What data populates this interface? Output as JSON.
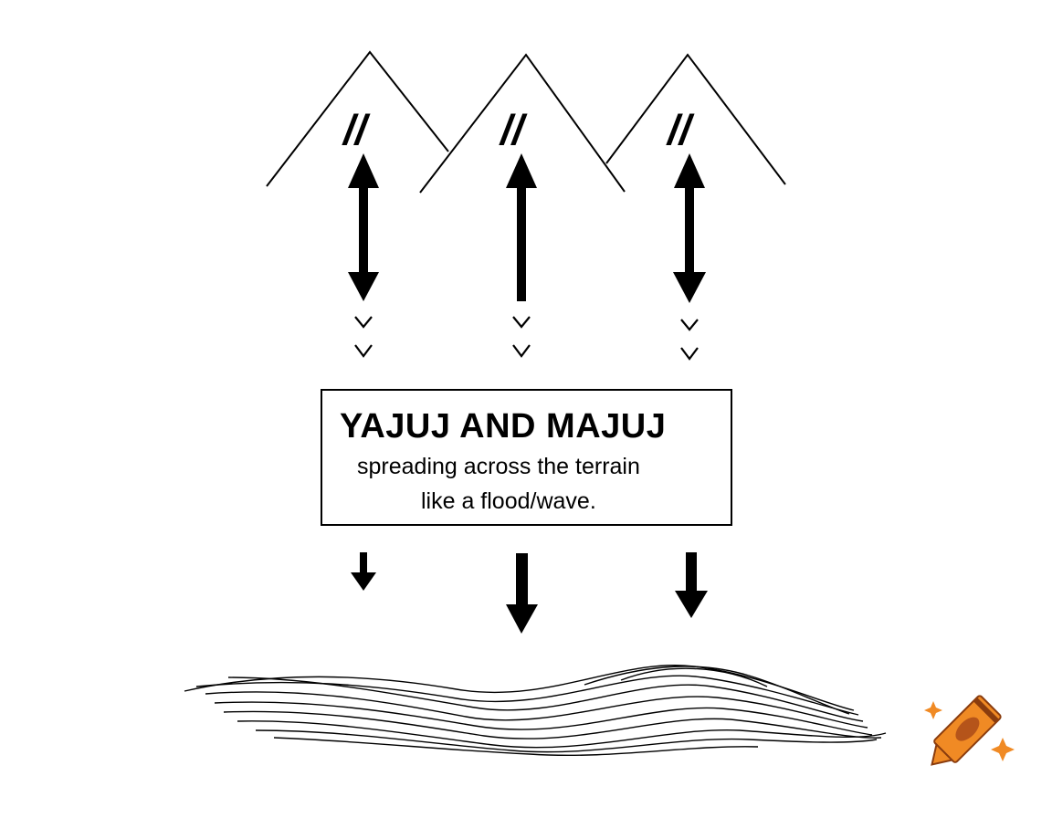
{
  "label": {
    "title": "YAJUJ AND MAJUJ",
    "line1": "spreading across the terrain",
    "line2": "like a flood/wave."
  },
  "peaks": [
    {
      "mark": "//"
    },
    {
      "mark": "//"
    },
    {
      "mark": "//"
    }
  ],
  "chevron_glyph": "v",
  "icons": {
    "corner_logo": "crayon-icon"
  },
  "colors": {
    "ink": "#000000",
    "crayon_body": "#f08a24",
    "crayon_dark": "#8a3c0e",
    "sparkle": "#f08a24"
  }
}
